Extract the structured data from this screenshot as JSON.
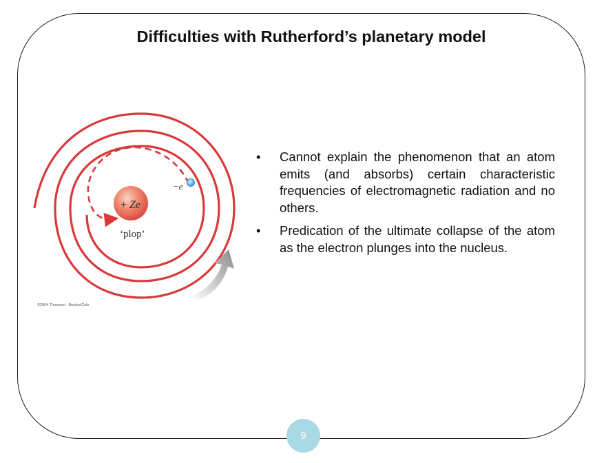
{
  "slide": {
    "title": "Difficulties with Rutherford’s planetary model",
    "page_number": "9"
  },
  "figure": {
    "nucleus_label_plus": "+",
    "nucleus_label_z": "Ze",
    "electron_label": "−e",
    "plop_label": "‘plop’",
    "copyright": "©2004 Thomson - Brooks/Cole",
    "colors": {
      "spiral": "#d9383a",
      "nucleus": "#e8604f",
      "electron": "#4aa8e0"
    }
  },
  "bullets": [
    {
      "marker": "•",
      "text": "Cannot explain the phenomenon that an atom emits (and absorbs) certain characteristic frequencies of electromagnetic radiation and no others."
    },
    {
      "marker": "•",
      "text": "Predication of the ultimate collapse of the atom as the electron plunges into the nucleus."
    }
  ]
}
